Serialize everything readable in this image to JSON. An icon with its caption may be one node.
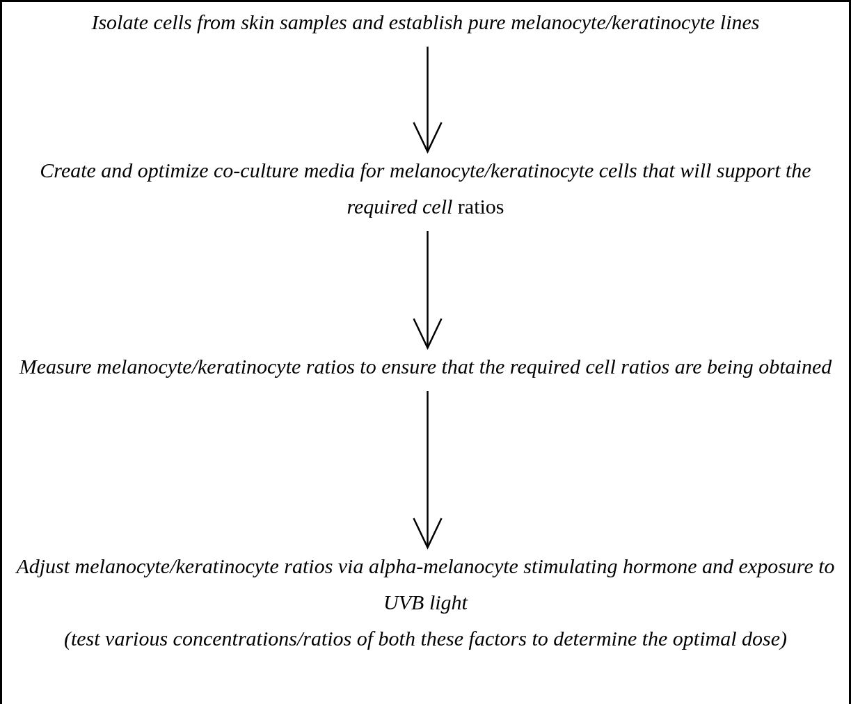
{
  "diagram": {
    "nodes": [
      {
        "text": [],
        "shape": "box"
      },
      {
        "text": [
          "Isolate cells from skin samples and establish pure melanocyte/keratinocyte lines"
        ],
        "in": 0
      },
      {
        "text": [
          "*Create and optimize co-culture media for melanocyte/keratinocyte cells that will support the required cell* ratios"
        ],
        "in": 0
      },
      {
        "text": [
          "*Measure melanocyte/keratinocyte ratios to ensure that the required cell ratios are being obtained*"
        ],
        "in": 0
      },
      {
        "text": [
          "Adjust melanocyte/keratinocyte ratios via alpha-melanocyte stimulating hormone and exposure to UVB light",
          "(test various concentrations/ratios of both these factors to determine the optimal dose)"
        ],
        "in": 0
      }
    ],
    "edges": [
      {
        "from": 1,
        "to": 2,
        "arrow": "to"
      },
      {
        "from": 2,
        "to": 3,
        "arrow": "to"
      },
      {
        "from": 3,
        "to": 4,
        "arrow": "to"
      }
    ]
  }
}
